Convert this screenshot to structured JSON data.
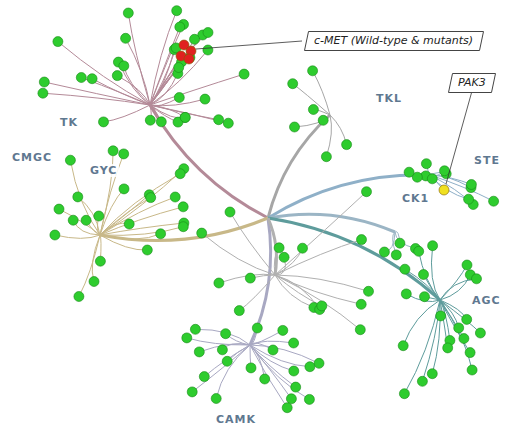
{
  "diagram": {
    "nodes": [
      {
        "text": [
          "c-MET (Wild-type & mutants)"
        ]
      },
      {
        "text": [
          "PAK3"
        ]
      }
    ],
    "labels": [
      "TK",
      "GYC",
      "CMGC",
      "TKL",
      "STE",
      "CK1",
      "AGC",
      "CAMK"
    ]
  }
}
